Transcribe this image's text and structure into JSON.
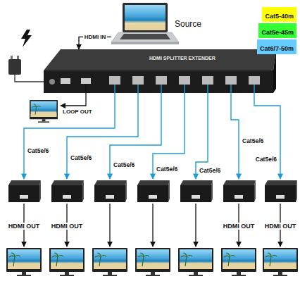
{
  "diagram": {
    "nodes": [
      {
        "text": [
          "Source"
        ]
      },
      {
        "text": [
          "HDMI SPLITTER EXTENDER"
        ]
      }
    ],
    "edges": [
      {
        "from": 0,
        "to": 1,
        "arrow": "to",
        "label": "HDMI IN"
      }
    ],
    "labels": [
      "LOOP OUT",
      "Cat5e/6",
      "Cat5e/6",
      "Cat5e/6",
      "Cat5e/6",
      "Cat5e/6",
      "Cat5e/6",
      "Cat5e/6",
      "HDMI OUT",
      "HDMI OUT",
      "HDMI OUT",
      "HDMI OUT"
    ],
    "legend": [
      {
        "text": "Cat5-40m",
        "color": "#ffff00"
      },
      {
        "text": "Cat5e-45m",
        "color": "#33ff33"
      },
      {
        "text": "Cat6/7-50m",
        "color": "#66ccff"
      }
    ]
  }
}
